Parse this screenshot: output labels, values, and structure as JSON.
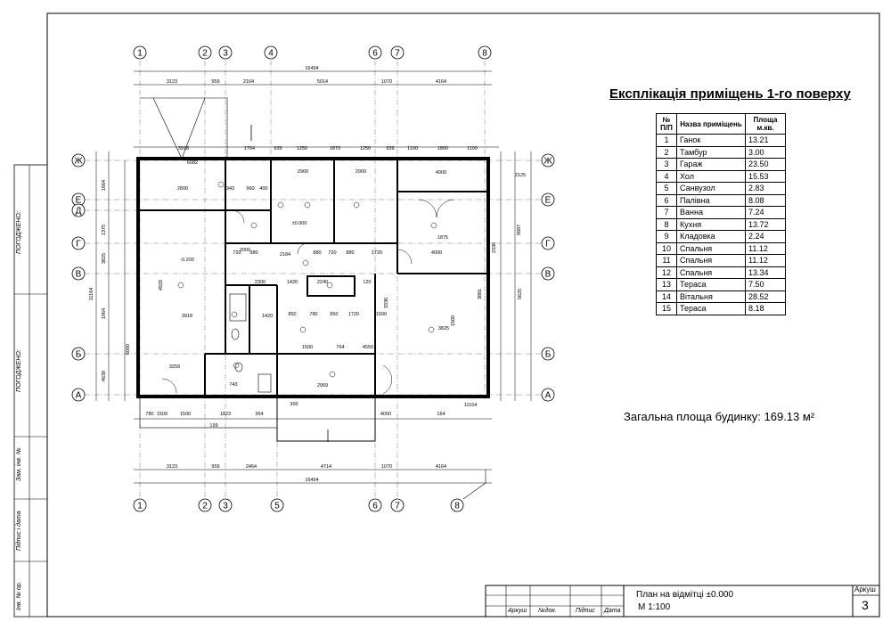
{
  "explication": {
    "title": "Експлікація приміщень 1-го поверху",
    "headers": {
      "num": "№ П/П",
      "name": "Назва приміщень",
      "area": "Площа м.кв."
    },
    "rows": [
      {
        "n": "1",
        "name": "Ганок",
        "area": "13.21"
      },
      {
        "n": "2",
        "name": "Тамбур",
        "area": "3.00"
      },
      {
        "n": "3",
        "name": "Гараж",
        "area": "23.50"
      },
      {
        "n": "4",
        "name": "Хол",
        "area": "15.53"
      },
      {
        "n": "5",
        "name": "Санвузол",
        "area": "2.83"
      },
      {
        "n": "6",
        "name": "Палівна",
        "area": "8.08"
      },
      {
        "n": "7",
        "name": "Ванна",
        "area": "7.24"
      },
      {
        "n": "8",
        "name": "Кухня",
        "area": "13.72"
      },
      {
        "n": "9",
        "name": "Кладовка",
        "area": "2.24"
      },
      {
        "n": "10",
        "name": "Спальня",
        "area": "11.12"
      },
      {
        "n": "11",
        "name": "Спальня",
        "area": "11.12"
      },
      {
        "n": "12",
        "name": "Спальня",
        "area": "13.34"
      },
      {
        "n": "13",
        "name": "Тераса",
        "area": "7.50"
      },
      {
        "n": "14",
        "name": "Вітальня",
        "area": "28.52"
      },
      {
        "n": "15",
        "name": "Тераса",
        "area": "8.18"
      }
    ]
  },
  "total_area": "Загальна площа будинку: 169.13 м²",
  "stamp": {
    "title": "План на відмітці ±0.000",
    "scale": "М 1:100",
    "sheet_label": "Аркуш",
    "sheet_number": "3",
    "col_arkush": "Аркуш",
    "col_doc": "№док.",
    "col_sign": "Підпис",
    "col_date": "Дата"
  },
  "side_labels": [
    "ПОГОДЖЕНО:",
    "ПОГОДЖЕНО:",
    "Зам. інв. №",
    "Підпис і дата",
    "Інв. № ор."
  ],
  "axes_top": [
    "1",
    "2",
    "3",
    "4",
    "6",
    "7",
    "8"
  ],
  "axes_bottom": [
    "1",
    "2",
    "3",
    "5",
    "6",
    "7",
    "8"
  ],
  "axes_rows": [
    "Ж",
    "Е",
    "Д",
    "Г",
    "В",
    "Б",
    "А"
  ],
  "dims_top_outer": [
    "3123",
    "959",
    "2164",
    "5014",
    "1070",
    "4164"
  ],
  "dim_top_total": "16494",
  "dims_bottom_outer": [
    "3123",
    "959",
    "2464",
    "4714",
    "1070",
    "4164"
  ],
  "dim_bottom_total": "16494",
  "levels": [
    "±0.000",
    "-0.200"
  ],
  "inner_dims": [
    "3918",
    "6082",
    "1764",
    "939",
    "1250",
    "1870",
    "1250",
    "939",
    "1100",
    "1800",
    "1100",
    "2900",
    "2900",
    "4000",
    "2800",
    "1343",
    "960",
    "400",
    "2000",
    "720",
    "980",
    "2184",
    "880",
    "720",
    "880",
    "1720",
    "4000",
    "2300",
    "1420",
    "2240",
    "120",
    "3918",
    "1420",
    "850",
    "780",
    "850",
    "1720",
    "1500",
    "1500",
    "764",
    "4550",
    "2959",
    "3259",
    "743",
    "780",
    "1500",
    "1500",
    "1823",
    "364",
    "199",
    "4000",
    "164",
    "300",
    "11164",
    "11164",
    "5625",
    "3825",
    "1500",
    "3881",
    "3336",
    "1875",
    "2125",
    "9887",
    "2336",
    "1664",
    "1375",
    "3825",
    "1964",
    "4639",
    "6000",
    "4920"
  ]
}
